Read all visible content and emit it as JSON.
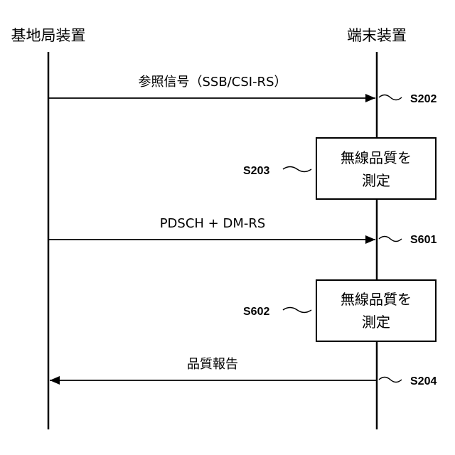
{
  "lifelines": {
    "left": "基地局装置",
    "right": "端末装置"
  },
  "messages": {
    "ref_signal": "参照信号（SSB/CSI-RS）",
    "pdsch": "PDSCH + DM-RS",
    "quality_report": "品質報告"
  },
  "steps": {
    "s202": "S202",
    "s203": "S203",
    "s601": "S601",
    "s602": "S602",
    "s204": "S204"
  },
  "boxes": {
    "box1": {
      "line1": "無線品質を",
      "line2": "測定"
    },
    "box2": {
      "line1": "無線品質を",
      "line2": "測定"
    }
  }
}
